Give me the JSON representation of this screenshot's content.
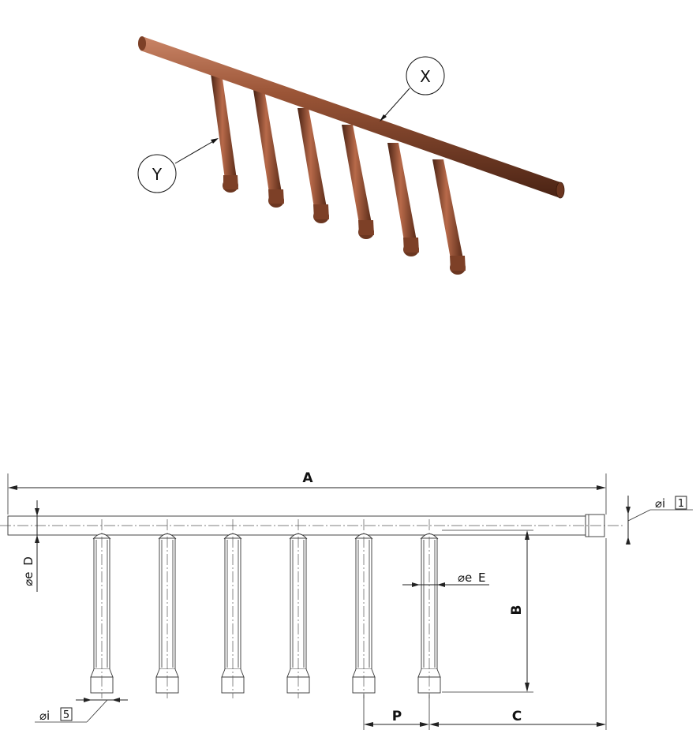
{
  "iso_view": {
    "callouts": [
      {
        "id": "X",
        "label": "X"
      },
      {
        "id": "Y",
        "label": "Y"
      }
    ],
    "branch_count": 6,
    "pipe_color": "#8a4a2e",
    "pipe_highlight": "#c98466",
    "pipe_shadow": "#4a2314"
  },
  "front_view": {
    "dims": {
      "A": "A",
      "B": "B",
      "C": "C",
      "P": "P",
      "header_outer_diameter": "D",
      "branch_outer_diameter": "E"
    },
    "inner_diameter_header": {
      "symbol": "⌀i",
      "box": "1"
    },
    "inner_diameter_branch": {
      "symbol": "⌀i",
      "box": "5"
    },
    "outer_diameter_symbol": "⌀e"
  }
}
